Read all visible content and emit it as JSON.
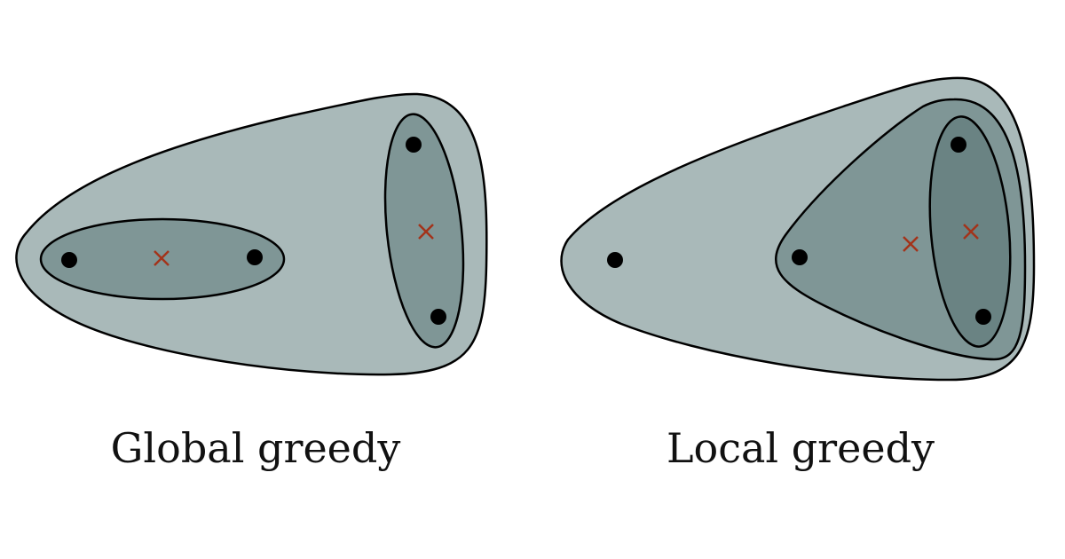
{
  "panels": [
    {
      "id": "global",
      "caption": "Global greedy"
    },
    {
      "id": "local",
      "caption": "Local greedy"
    }
  ],
  "colors": {
    "outer_fill": "#a9b9b9",
    "mid_fill": "#7f9696",
    "inner_fill": "#6a8383",
    "stroke": "#000000",
    "point": "#000000",
    "centroid": "#a3331a"
  },
  "markers": {
    "point_icon": "filled-circle",
    "centroid_icon": "x-cross"
  }
}
